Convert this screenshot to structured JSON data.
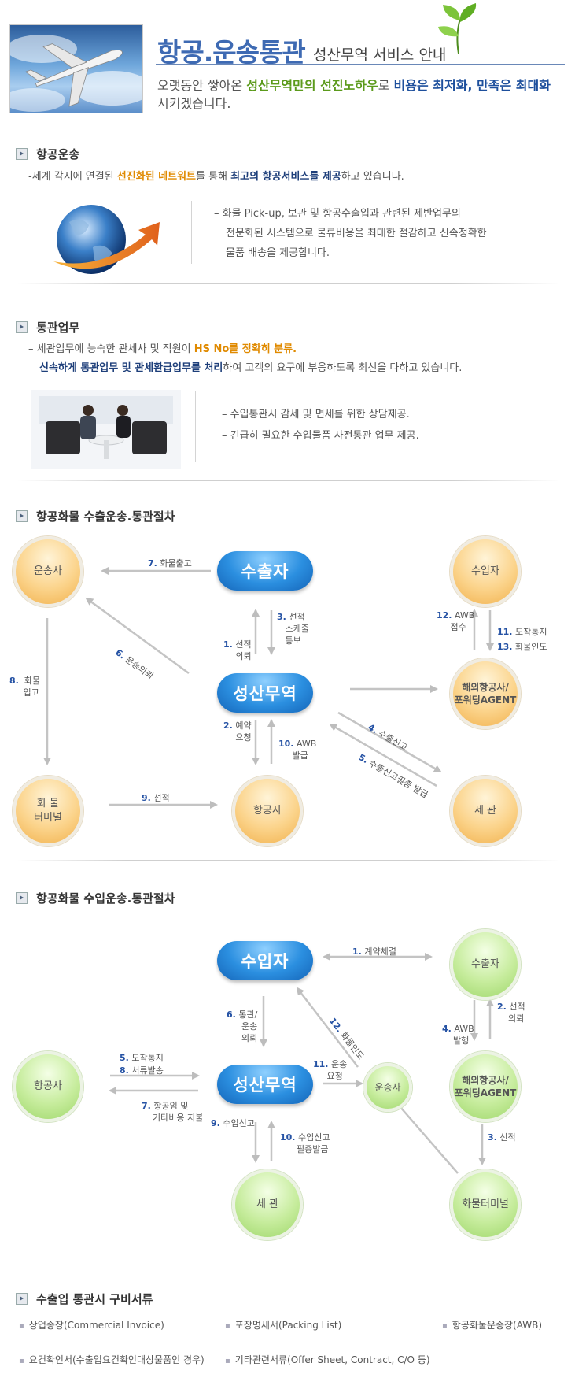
{
  "header": {
    "title": "항공.운송통관",
    "subtitle": "성산무역 서비스 안내",
    "line1_a": "오랫동안 쌓아온 ",
    "line1_b": "성산무역만의 선진노하우",
    "line1_c": "로 ",
    "line1_d": "비용은 최저화, 만족은 최대화",
    "line2": "시키겠습니다."
  },
  "air": {
    "title": "항공운송",
    "desc_a": "-세계 각지에 연결된 ",
    "desc_b": "선진화된 네트워트",
    "desc_c": "를 통해 ",
    "desc_d": "최고의 항공서비스를 제공",
    "desc_e": "하고 있습니다.",
    "bullet1": "– 화물 Pick-up, 보관 및 항공수출입과 관련된 제반업무의",
    "bullet2": "전문화된 시스템으로 물류비용을 최대한 절감하고 신속정확한",
    "bullet3": "물품 배송을 제공합니다."
  },
  "customs": {
    "title": "통관업무",
    "desc1_a": "– 세관업무에 능숙한  관세사 및 직원이 ",
    "desc1_b": "HS No를 정확히 분류.",
    "desc2_a": "신속하게 통관업무 및 관세환급업무를 처리",
    "desc2_b": "하여 고객의 요구에 부응하도록 최선을 다하고 있습니다.",
    "bullet1": "–  수입통관시 감세 및 면세를 위한 상담제공.",
    "bullet2": "–  긴급히 필요한 수입물품 사전통관 업무 제공."
  },
  "export": {
    "title": "항공화물 수출운송.통관절차",
    "nodes": {
      "carrier": "운송사",
      "exporter": "수출자",
      "importer": "수입자",
      "seongsan": "성산무역",
      "overseas1": "해외항공사/",
      "overseas2": "포워딩AGENT",
      "terminal1": "화    물",
      "terminal2": "터미널",
      "airline": "항공사",
      "customs": "세    관"
    },
    "steps": {
      "s7n": "7.",
      "s7": "화물출고",
      "s3n": "3.",
      "s3a": "선적",
      "s3b": "스케줄",
      "s3c": "통보",
      "s1n": "1.",
      "s1a": "선적",
      "s1b": "의뢰",
      "s6n": "6.",
      "s6": "운송의뢰",
      "s8n": "8.",
      "s8a": "화물",
      "s8b": "입고",
      "s12n": "12.",
      "s12a": "AWB",
      "s12b": "접수",
      "s11n": "11.",
      "s11": "도착통지",
      "s13n": "13.",
      "s13": "화물인도",
      "s2n": "2.",
      "s2a": "예약",
      "s2b": "요청",
      "s10n": "10.",
      "s10a": "AWB",
      "s10b": "발급",
      "s4n": "4.",
      "s4": "수출신고",
      "s5n": "5.",
      "s5": "수출신고필증 발급",
      "s9n": "9.",
      "s9": "선적"
    }
  },
  "import": {
    "title": "항공화물 수입운송.통관절차",
    "nodes": {
      "importer": "수입자",
      "exporter": "수출자",
      "airline": "항공사",
      "seongsan": "성산무역",
      "carrier": "운송사",
      "overseas1": "해외항공사/",
      "overseas2": "포워딩AGENT",
      "customs": "세    관",
      "terminal": "화물터미널"
    },
    "steps": {
      "s1n": "1.",
      "s1": "계약체결",
      "s6n": "6.",
      "s6a": "통관/",
      "s6b": "운송",
      "s6c": "의뢰",
      "s12n": "12.",
      "s12": "화물인도",
      "s2n": "2.",
      "s2a": "선적",
      "s2b": "의뢰",
      "s4n": "4.",
      "s4a": "AWB",
      "s4b": "발행",
      "s5n": "5.",
      "s5": "도착통지",
      "s8n": "8.",
      "s8": "서류발송",
      "s7n": "7.",
      "s7a": "항공임 및",
      "s7b": "기타비용 지불",
      "s11n": "11.",
      "s11a": "운송",
      "s11b": "요청",
      "s9n": "9.",
      "s9": "수입신고",
      "s10n": "10.",
      "s10a": "수입신고",
      "s10b": "필증발급",
      "s3n": "3.",
      "s3": "선적"
    }
  },
  "docs": {
    "title": "수출입 통관시 구비서류",
    "items": [
      "상업송장(Commercial Invoice)",
      "포장명세서(Packing List)",
      "항공화물운송장(AWB)",
      "요건확인서(수출입요건확인대상물품인 경우)",
      "기타관련서류(Offer Sheet, Contract, C/O 등)"
    ]
  },
  "colors": {
    "accent": "#3e6ab3",
    "pill": "#2b8fe0",
    "orange_node": "#fbd38a",
    "green_node": "#c6ec9c"
  }
}
